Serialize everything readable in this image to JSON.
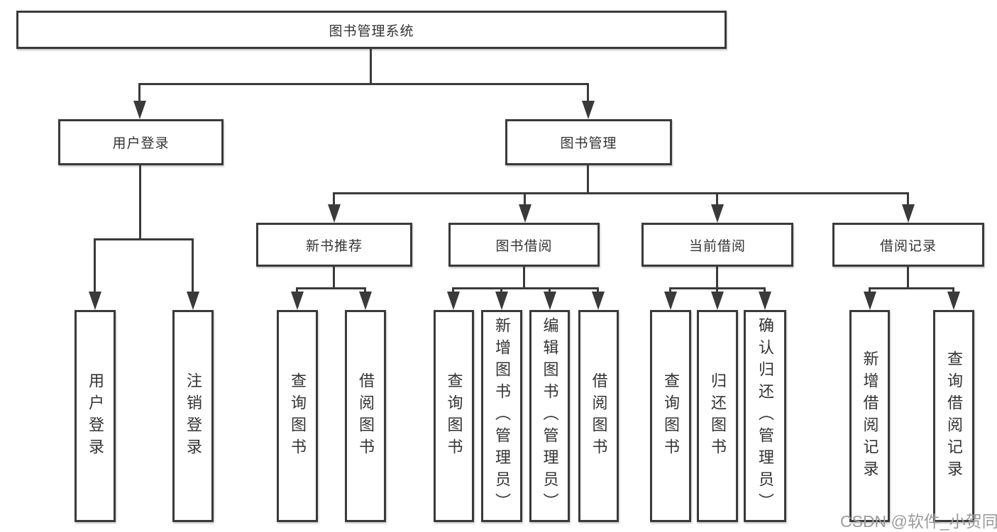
{
  "nodes": {
    "root": "图书管理系统",
    "login_group": "用户登录",
    "book_mgmt": "图书管理",
    "user_login": "用户登录",
    "logout_login": "注销登录",
    "new_book_rec": "新书推荐",
    "book_borrow": "图书借阅",
    "current_borrow": "当前借阅",
    "borrow_record": "借阅记录",
    "nb_query_book": "查询图书",
    "nb_borrow_book": "借阅图书",
    "bb_query_book": "查询图书",
    "bb_add_book": "新增图书（管理员）",
    "bb_edit_book": "编辑图书（管理员）",
    "bb_borrow_book": "借阅图书",
    "cb_query_book": "查询图书",
    "cb_return_book": "归还图书",
    "cb_confirm_return": "确认归还（管理员）",
    "br_add_record": "新增借阅记录",
    "br_query_record": "查询借阅记录"
  },
  "watermark": "CSDN @软件_小贺同学",
  "colors": {
    "line": "#3a3a3a",
    "text": "#333333",
    "watermark": "#9b9b9b",
    "background": "#ffffff"
  }
}
